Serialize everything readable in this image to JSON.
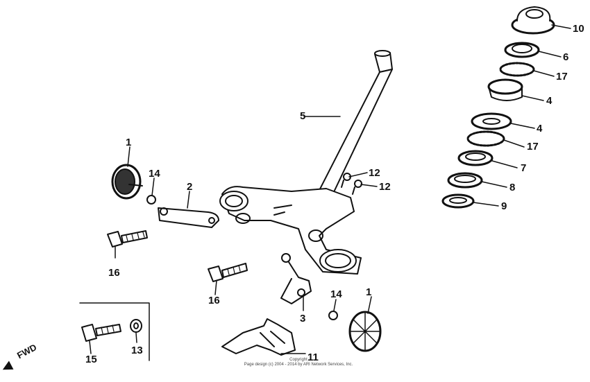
{
  "diagram": {
    "direction_label": "FWD",
    "footer_lines": [
      "Copyright",
      "Page design (c) 2004 - 2014 by ARI Network Services, Inc."
    ],
    "callouts": {
      "c1a": "1",
      "c1b": "1",
      "c2": "2",
      "c3": "3",
      "c4a": "4",
      "c4b": "4",
      "c5": "5",
      "c6": "6",
      "c7": "7",
      "c8": "8",
      "c9": "9",
      "c10": "10",
      "c11": "11",
      "c12a": "12",
      "c12b": "12",
      "c13": "13",
      "c14a": "14",
      "c14b": "14",
      "c15": "15",
      "c16a": "16",
      "c16b": "16",
      "c17a": "17",
      "c17b": "17"
    }
  }
}
